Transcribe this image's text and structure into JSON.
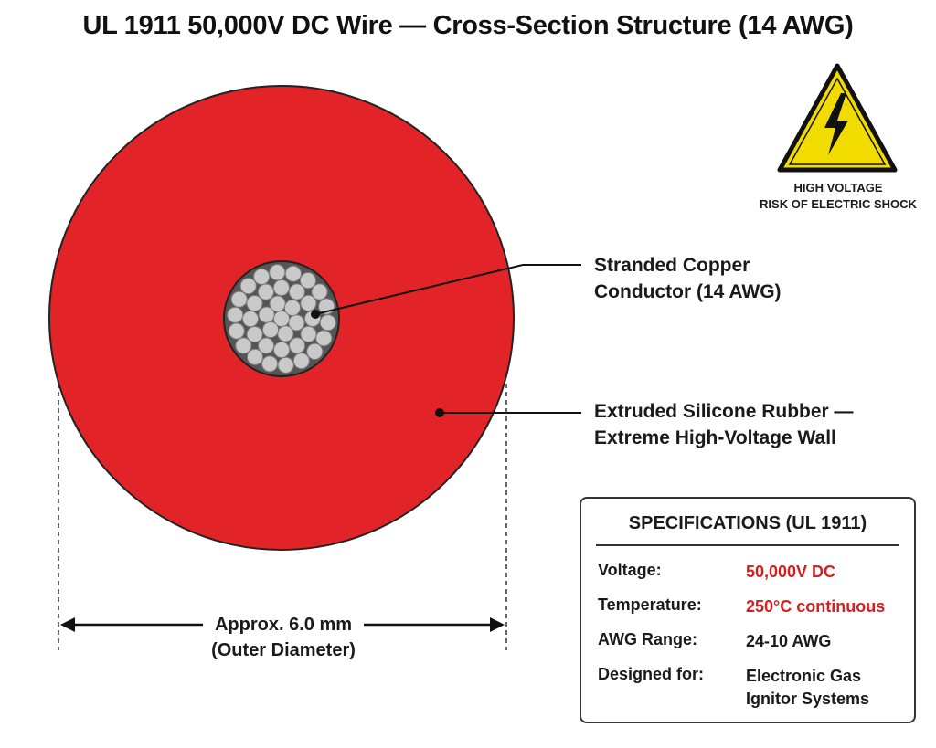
{
  "title": "UL 1911 50,000V DC Wire — Cross-Section Structure (14 AWG)",
  "warning": {
    "icon": "high-voltage-warning-icon",
    "line1": "HIGH VOLTAGE",
    "line2": "RISK OF ELECTRIC SHOCK",
    "color": "#f2dc00"
  },
  "labels": {
    "conductor_line1": "Stranded Copper",
    "conductor_line2": "Conductor (14 AWG)",
    "insulation_line1": "Extruded Silicone Rubber —",
    "insulation_line2": "Extreme High-Voltage Wall"
  },
  "dimension": {
    "line1": "Approx. 6.0 mm",
    "line2": "(Outer Diameter)"
  },
  "colors": {
    "insulation": "#e22428",
    "strand": "#c9c9c9",
    "conductor_bg": "#555555",
    "spec_highlight": "#d42020"
  },
  "specs": {
    "title": "SPECIFICATIONS (UL 1911)",
    "rows": [
      {
        "key": "Voltage:",
        "value": "50,000V DC",
        "highlight": true
      },
      {
        "key": "Temperature:",
        "value": "250°C continuous",
        "highlight": true
      },
      {
        "key": "AWG Range:",
        "value": "24-10 AWG",
        "highlight": false
      },
      {
        "key": "Designed for:",
        "value": "Electronic Gas",
        "value2": "Ignitor Systems",
        "highlight": false
      }
    ]
  }
}
